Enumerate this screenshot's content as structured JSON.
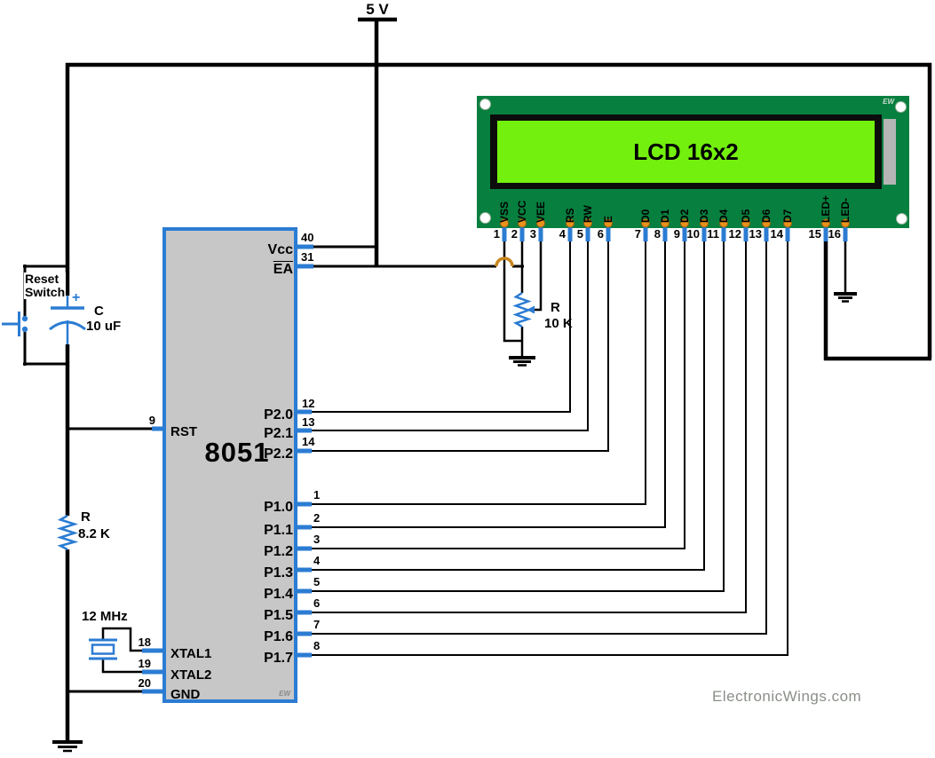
{
  "power": {
    "supply_label": "5 V"
  },
  "watermark": "ElectronicWings.com",
  "lcd": {
    "title": "LCD 16x2",
    "brand": "EW",
    "pins": [
      {
        "num": "1",
        "label": "VSS"
      },
      {
        "num": "2",
        "label": "VCC"
      },
      {
        "num": "3",
        "label": "VEE"
      },
      {
        "num": "4",
        "label": "RS"
      },
      {
        "num": "5",
        "label": "RW"
      },
      {
        "num": "6",
        "label": "E"
      },
      {
        "num": "7",
        "label": "D0"
      },
      {
        "num": "8",
        "label": "D1"
      },
      {
        "num": "9",
        "label": "D2"
      },
      {
        "num": "10",
        "label": "D3"
      },
      {
        "num": "11",
        "label": "D4"
      },
      {
        "num": "12",
        "label": "D5"
      },
      {
        "num": "13",
        "label": "D6"
      },
      {
        "num": "14",
        "label": "D7"
      },
      {
        "num": "15",
        "label": "LED+"
      },
      {
        "num": "16",
        "label": "LED-"
      }
    ]
  },
  "mcu": {
    "name": "8051",
    "brand": "EW",
    "pins": {
      "vcc": {
        "num": "40",
        "label": "Vcc"
      },
      "ea": {
        "num": "31",
        "label": "EA"
      },
      "rst": {
        "num": "9",
        "label": "RST"
      },
      "xtal1": {
        "num": "18",
        "label": "XTAL1"
      },
      "xtal2": {
        "num": "19",
        "label": "XTAL2"
      },
      "gnd": {
        "num": "20",
        "label": "GND"
      },
      "port2": [
        {
          "num": "12",
          "label": "P2.0"
        },
        {
          "num": "13",
          "label": "P2.1"
        },
        {
          "num": "14",
          "label": "P2.2"
        }
      ],
      "port1": [
        {
          "num": "1",
          "label": "P1.0"
        },
        {
          "num": "2",
          "label": "P1.1"
        },
        {
          "num": "3",
          "label": "P1.2"
        },
        {
          "num": "4",
          "label": "P1.3"
        },
        {
          "num": "5",
          "label": "P1.4"
        },
        {
          "num": "6",
          "label": "P1.5"
        },
        {
          "num": "7",
          "label": "P1.6"
        },
        {
          "num": "8",
          "label": "P1.7"
        }
      ]
    }
  },
  "components": {
    "reset_switch": {
      "line1": "Reset",
      "line2": "Switch"
    },
    "capacitor": {
      "name": "C",
      "value": "10 uF",
      "polarity": "+"
    },
    "resistor_pullup": {
      "name": "R",
      "value": "8.2 K"
    },
    "crystal": {
      "value": "12 MHz"
    },
    "potentiometer": {
      "name": "R",
      "value": "10 K"
    }
  },
  "colors": {
    "wire": "#000000",
    "component_blue": "#2b7cd3",
    "board_green": "#077f3f",
    "screen_green": "#74f00e",
    "pad_orange": "#e8921c",
    "chip_gray": "#c7c7c7",
    "hop_orange": "#c8861e"
  }
}
